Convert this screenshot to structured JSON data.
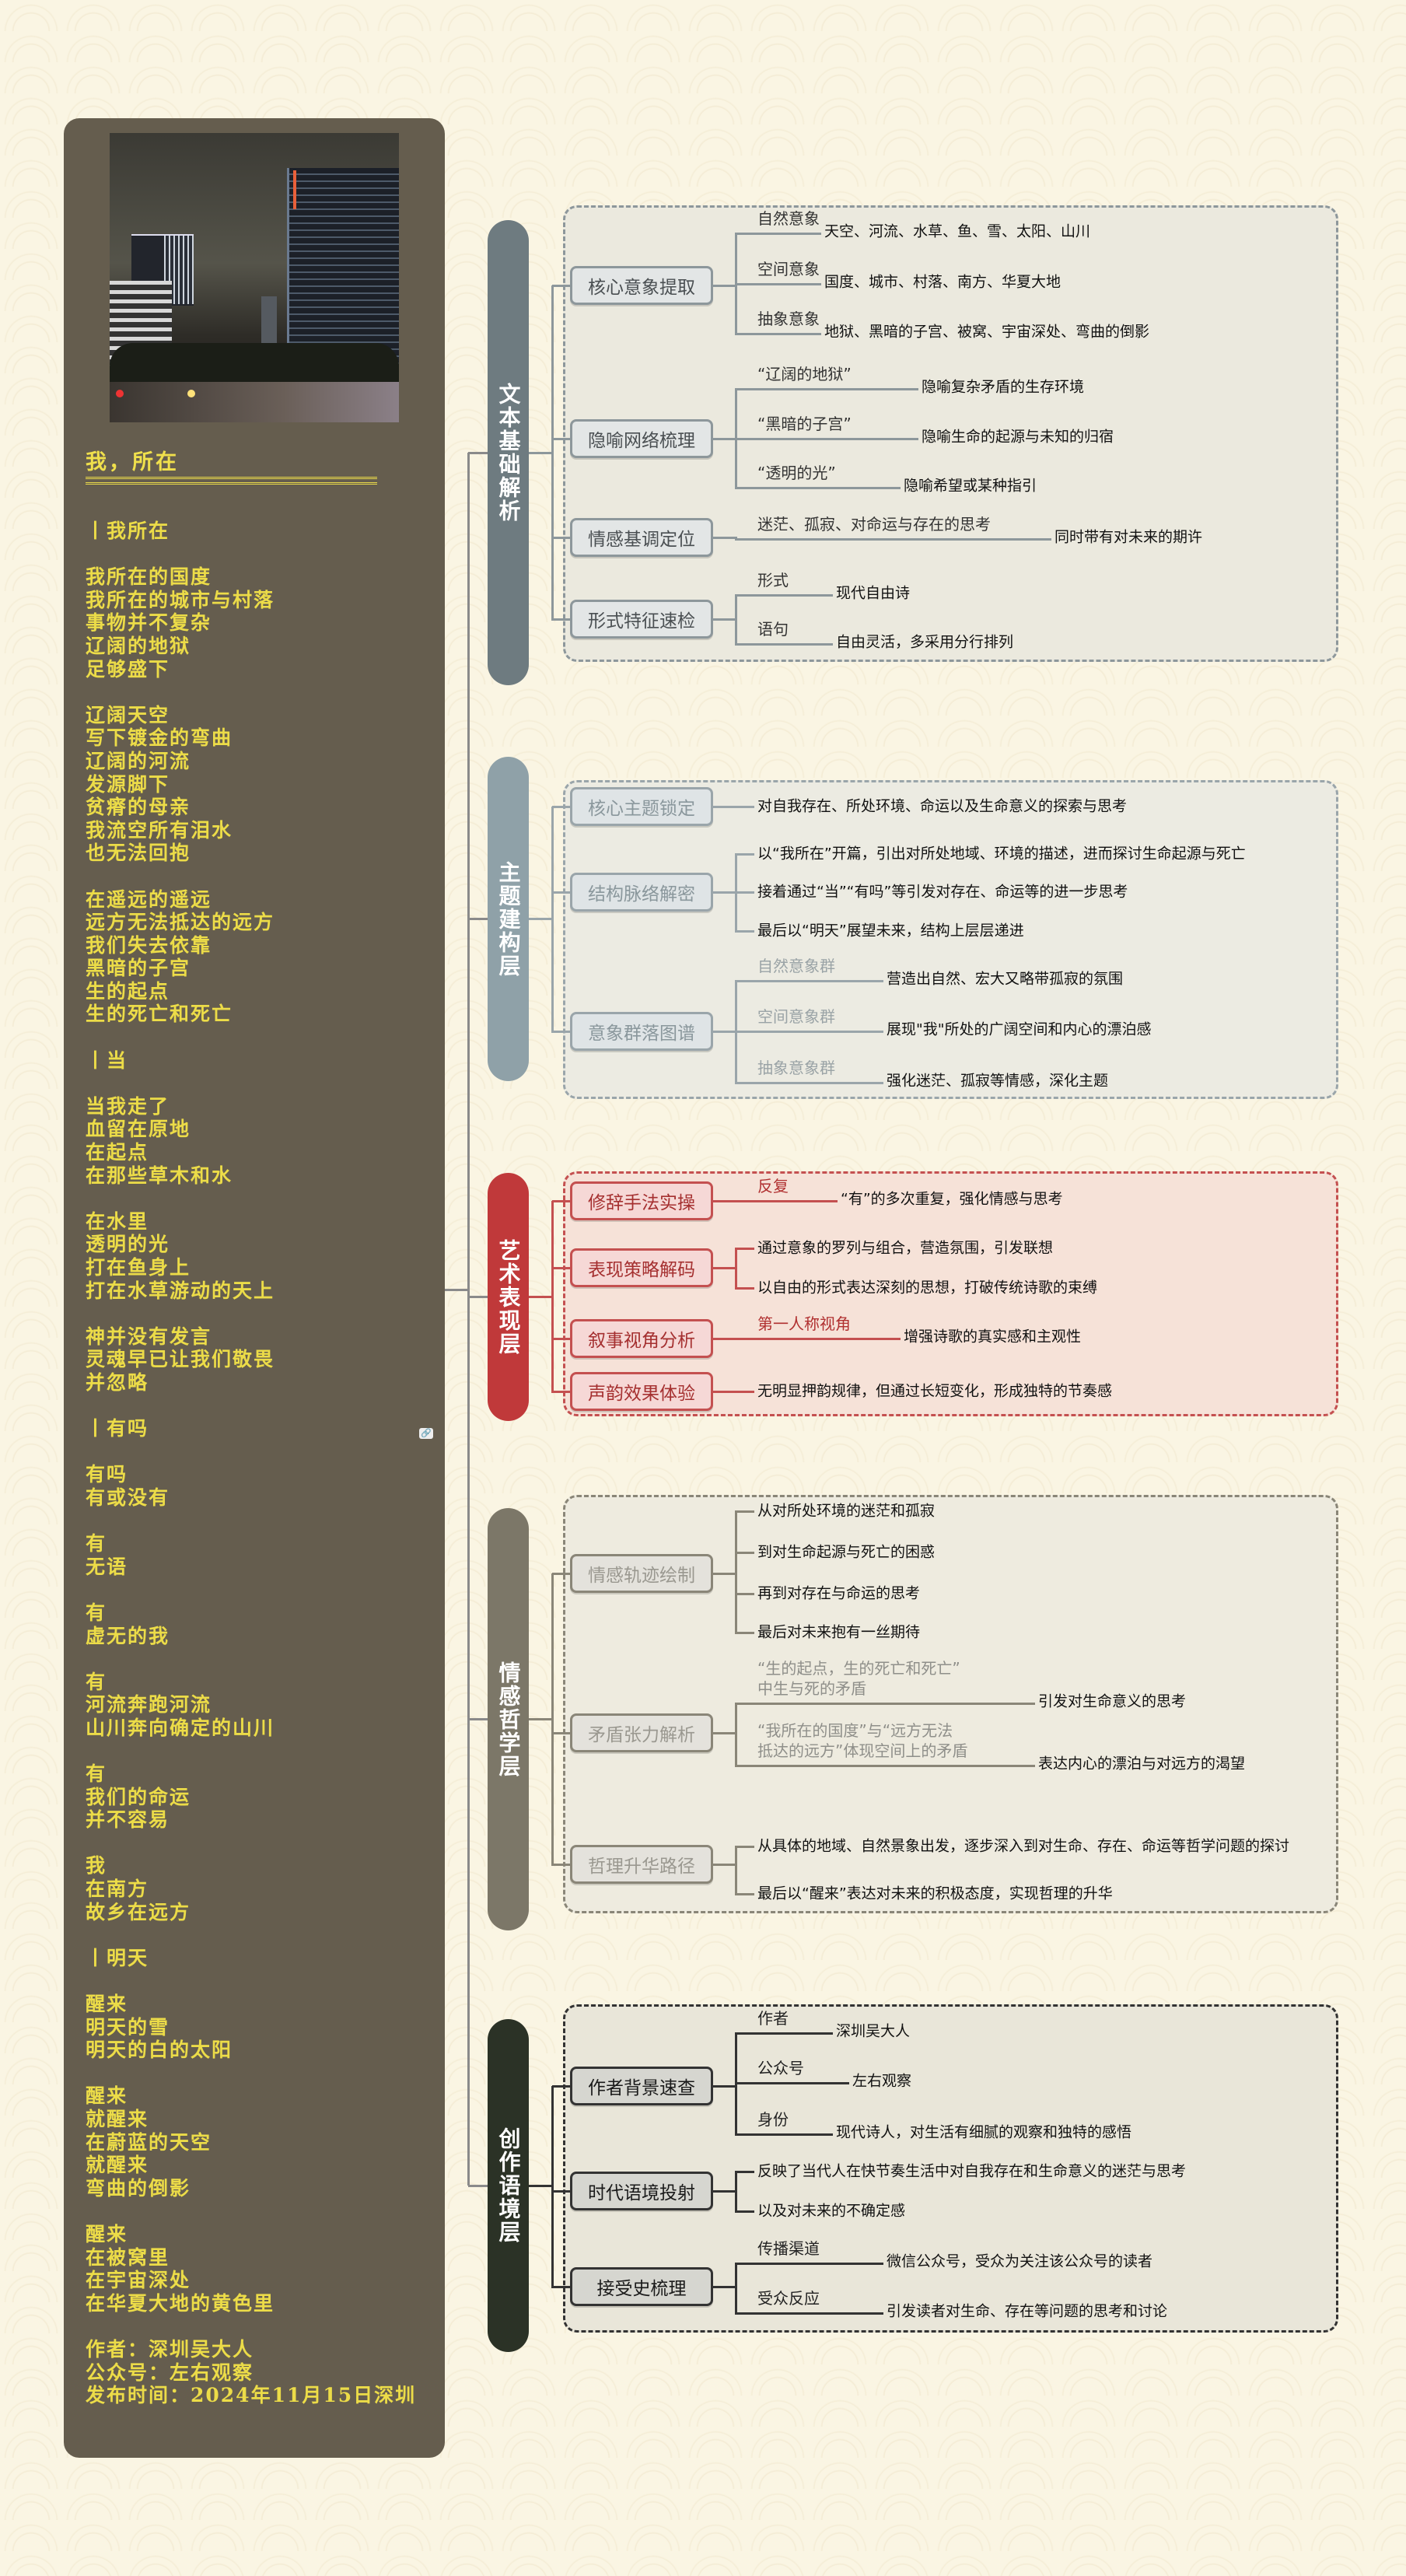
{
  "poem": {
    "title": "我，所在",
    "lines": [
      "丨我所在",
      "",
      "我所在的国度",
      "我所在的城市与村落",
      "事物并不复杂",
      "辽阔的地狱",
      "足够盛下",
      "",
      "辽阔天空",
      "写下镀金的弯曲",
      "辽阔的河流",
      "发源脚下",
      "贫瘠的母亲",
      "我流空所有泪水",
      "也无法回抱",
      "",
      "在遥远的遥远",
      "远方无法抵达的远方",
      "我们失去依靠",
      "黑暗的子宫",
      "生的起点",
      "生的死亡和死亡",
      "",
      "丨当",
      "",
      "当我走了",
      "血留在原地",
      "在起点",
      "在那些草木和水",
      "",
      "在水里",
      "透明的光",
      "打在鱼身上",
      "打在水草游动的天上",
      "",
      "神并没有发言",
      "灵魂早已让我们敬畏",
      "并忽略",
      "",
      "丨有吗",
      "",
      "有吗",
      "有或没有",
      "",
      "有",
      "无语",
      "",
      "有",
      "虚无的我",
      "",
      "有",
      "河流奔跑河流",
      "山川奔向确定的山川",
      "",
      "有",
      "我们的命运",
      "并不容易",
      "",
      "我",
      "在南方",
      "故乡在远方",
      "",
      "丨明天",
      "",
      "醒来",
      "明天的雪",
      "明天的白的太阳",
      "",
      "醒来",
      "就醒来",
      "在蔚蓝的天空",
      "就醒来",
      "弯曲的倒影",
      "",
      "醒来",
      "在被窝里",
      "在宇宙深处",
      "在华夏大地的黄色里",
      "",
      "作者：深圳吴大人",
      "公众号：左右观察",
      "发布时间：2024年11月15日深圳"
    ],
    "text_color": "#ecdc48",
    "panel_color": "#655d4e",
    "link_icon": "link-icon"
  },
  "mindmap": {
    "sections": [
      {
        "title": "文本基础解析",
        "color": "#6e7b80",
        "line_color": "#8d979b",
        "box_color": "#ebe9de",
        "node_fill": "#e3e6e6",
        "node_text": "#4a4f52",
        "label_color": "#333333",
        "nodes": [
          {
            "label": "核心意象提取",
            "children": [
              {
                "label": "自然意象",
                "value": "天空、河流、水草、鱼、雪、太阳、山川"
              },
              {
                "label": "空间意象",
                "value": "国度、城市、村落、南方、华夏大地"
              },
              {
                "label": "抽象意象",
                "value": "地狱、黑暗的子宫、被窝、宇宙深处、弯曲的倒影"
              }
            ]
          },
          {
            "label": "隐喻网络梳理",
            "children": [
              {
                "label": "“辽阔的地狱”",
                "value": "隐喻复杂矛盾的生存环境"
              },
              {
                "label": "“黑暗的子宫”",
                "value": "隐喻生命的起源与未知的归宿"
              },
              {
                "label": "“透明的光”",
                "value": "隐喻希望或某种指引"
              }
            ]
          },
          {
            "label": "情感基调定位",
            "children": [
              {
                "label": "迷茫、孤寂、对命运与存在的思考",
                "value": "同时带有对未来的期许"
              }
            ]
          },
          {
            "label": "形式特征速检",
            "children": [
              {
                "label": "形式",
                "value": "现代自由诗"
              },
              {
                "label": "语句",
                "value": "自由灵活，多采用分行排列"
              }
            ]
          }
        ]
      },
      {
        "title": "主题建构层",
        "color": "#8fa1a8",
        "line_color": "#9aa5aa",
        "box_color": "#ecebe2",
        "node_fill": "#dfe4e6",
        "node_text": "#8a979c",
        "label_color": "#9aa3a6",
        "nodes": [
          {
            "label": "核心主题锁定",
            "children": [
              {
                "value": "对自我存在、所处环境、命运以及生命意义的探索与思考"
              }
            ]
          },
          {
            "label": "结构脉络解密",
            "children": [
              {
                "value": "以“我所在”开篇，引出对所处地域、环境的描述，进而探讨生命起源与死亡"
              },
              {
                "value": "接着通过“当”“有吗”等引发对存在、命运等的进一步思考"
              },
              {
                "value": "最后以“明天”展望未来，结构上层层递进"
              }
            ]
          },
          {
            "label": "意象群落图谱",
            "children": [
              {
                "label": "自然意象群",
                "value": "营造出自然、宏大又略带孤寂的氛围"
              },
              {
                "label": "空间意象群",
                "value": "展现\"我\"所处的广阔空间和内心的漂泊感"
              },
              {
                "label": "抽象意象群",
                "value": "强化迷茫、孤寂等情感，深化主题"
              }
            ]
          }
        ]
      },
      {
        "title": "艺术表现层",
        "color": "#c0393a",
        "line_color": "#c45050",
        "box_color": "#f6e2d8",
        "node_fill": "#f6d8d6",
        "node_text": "#a53030",
        "label_color": "#b03030",
        "nodes": [
          {
            "label": "修辞手法实操",
            "children": [
              {
                "label": "反复",
                "value": "“有”的多次重复，强化情感与思考"
              }
            ]
          },
          {
            "label": "表现策略解码",
            "children": [
              {
                "value": "通过意象的罗列与组合，营造氛围，引发联想"
              },
              {
                "value": "以自由的形式表达深刻的思想，打破传统诗歌的束缚"
              }
            ]
          },
          {
            "label": "叙事视角分析",
            "children": [
              {
                "label": "第一人称视角",
                "value": "增强诗歌的真实感和主观性"
              }
            ]
          },
          {
            "label": "声韵效果体验",
            "children": [
              {
                "value": "无明显押韵规律，但通过长短变化，形成独特的节奏感"
              }
            ]
          }
        ]
      },
      {
        "title": "情感哲学层",
        "color": "#7c7768",
        "line_color": "#8a8678",
        "box_color": "#eeebdf",
        "node_fill": "#e4e2dc",
        "node_text": "#9a9890",
        "label_color": "#8f8f8a",
        "nodes": [
          {
            "label": "情感轨迹绘制",
            "children": [
              {
                "value": "从对所处环境的迷茫和孤寂"
              },
              {
                "value": "到对生命起源与死亡的困惑"
              },
              {
                "value": "再到对存在与命运的思考"
              },
              {
                "value": "最后对未来抱有一丝期待"
              }
            ]
          },
          {
            "label": "矛盾张力解析",
            "children": [
              {
                "label": "“生的起点，生的死亡和死亡”\n中生与死的矛盾",
                "value": "引发对生命意义的思考"
              },
              {
                "label": "“我所在的国度”与“远方无法\n抵达的远方”体现空间上的矛盾",
                "value": "表达内心的漂泊与对远方的渴望"
              }
            ]
          },
          {
            "label": "哲理升华路径",
            "children": [
              {
                "value": "从具体的地域、自然景象出发，逐步深入到对生命、存在、命运等哲学问题的探讨"
              },
              {
                "value": "最后以“醒来”表达对未来的积极态度，实现哲理的升华"
              }
            ]
          }
        ]
      },
      {
        "title": "创作语境层",
        "color": "#2b3226",
        "line_color": "#333333",
        "box_color": "#e9e6d9",
        "node_fill": "#d6d6d0",
        "node_text": "#1a1a1a",
        "label_color": "#222222",
        "nodes": [
          {
            "label": "作者背景速查",
            "children": [
              {
                "label": "作者",
                "value": "深圳吴大人"
              },
              {
                "label": "公众号",
                "value": "左右观察"
              },
              {
                "label": "身份",
                "value": "现代诗人，对生活有细腻的观察和独特的感悟"
              }
            ]
          },
          {
            "label": "时代语境投射",
            "children": [
              {
                "value": "反映了当代人在快节奏生活中对自我存在和生命意义的迷茫与思考"
              },
              {
                "value": "以及对未来的不确定感"
              }
            ]
          },
          {
            "label": "接受史梳理",
            "children": [
              {
                "label": "传播渠道",
                "value": "微信公众号，受众为关注该公众号的读者"
              },
              {
                "label": "受众反应",
                "value": "引发读者对生命、存在等问题的思考和讨论"
              }
            ]
          }
        ]
      }
    ]
  }
}
